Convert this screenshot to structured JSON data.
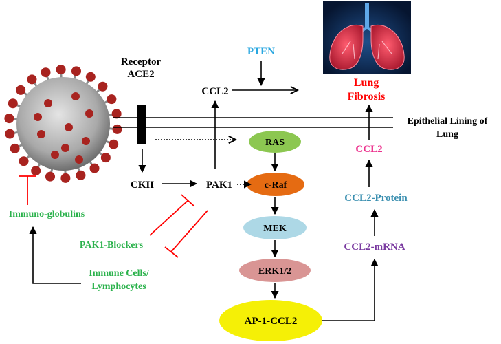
{
  "colors": {
    "black": "#000000",
    "green_text": "#2bb24c",
    "cyan_text": "#2aa7e0",
    "red_text": "#ff0000",
    "pink_text": "#ec2f8c",
    "teal_text": "#3a8fb0",
    "purple_text": "#7a3aa0",
    "ras_fill": "#8cc751",
    "craf_fill": "#e56b12",
    "mek_fill": "#add8e6",
    "erk_fill": "#d99594",
    "ap1_fill": "#f5f006",
    "inhibit_line": "#ff0000",
    "virus_body": "#b9b9b9",
    "virus_spike": "#a8231f",
    "lung_bg": "#071a38",
    "lung_tissue": "#d8283e"
  },
  "icons": {
    "virus": "coronavirus-illustration",
    "lungs": "lungs-illustration"
  },
  "labels": {
    "receptor_line1": "Receptor",
    "receptor_line2": "ACE2",
    "pten": "PTEN",
    "ccl2_top": "CCL2",
    "lung_fibrosis_line1": "Lung",
    "lung_fibrosis_line2": "Fibrosis",
    "epithelial_line1": "Epithelial Lining of",
    "epithelial_line2": "Lung",
    "ckii": "CKII",
    "pak1": "PAK1",
    "ccl2_right": "CCL2",
    "ccl2_protein": "CCL2-Protein",
    "ccl2_mrna": "CCL2-mRNA",
    "immunoglobulins": "Immuno-globulins",
    "pak1_blockers": "PAK1-Blockers",
    "immune_cells_line1": "Immune Cells/",
    "immune_cells_line2": "Lymphocytes"
  },
  "nodes": {
    "ras": "RAS",
    "craf": "c-Raf",
    "mek": "MEK",
    "erk": "ERK1/2",
    "ap1": "AP-1-CCL2"
  }
}
